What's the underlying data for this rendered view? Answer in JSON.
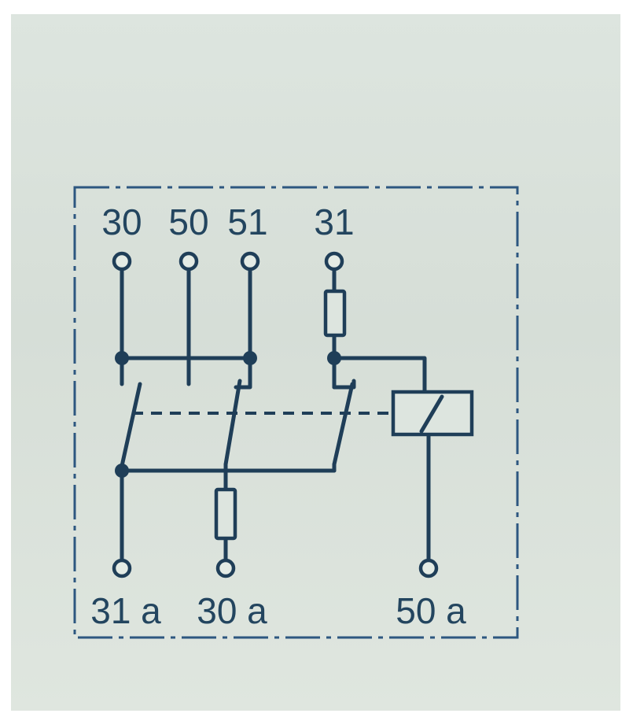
{
  "diagram": {
    "terminals_top": [
      {
        "id": "t30",
        "label": "30"
      },
      {
        "id": "t50",
        "label": "50"
      },
      {
        "id": "t51",
        "label": "51"
      },
      {
        "id": "t31",
        "label": "31"
      }
    ],
    "terminals_bottom": [
      {
        "id": "t31a",
        "label": "31 a"
      },
      {
        "id": "t30a",
        "label": "30 a"
      },
      {
        "id": "t50a",
        "label": "50 a"
      }
    ],
    "components": [
      {
        "type": "fuse",
        "between": [
          "31",
          "relay-coil"
        ]
      },
      {
        "type": "fuse",
        "between": [
          "switch-51",
          "30 a"
        ]
      },
      {
        "type": "relay-coil",
        "feeds": "50 a"
      },
      {
        "type": "switch",
        "count": 3,
        "mechanically_linked": true
      }
    ],
    "colors": {
      "ink": "#1f3e58",
      "frame": "#2d5780",
      "paper": "#dde5df"
    }
  }
}
